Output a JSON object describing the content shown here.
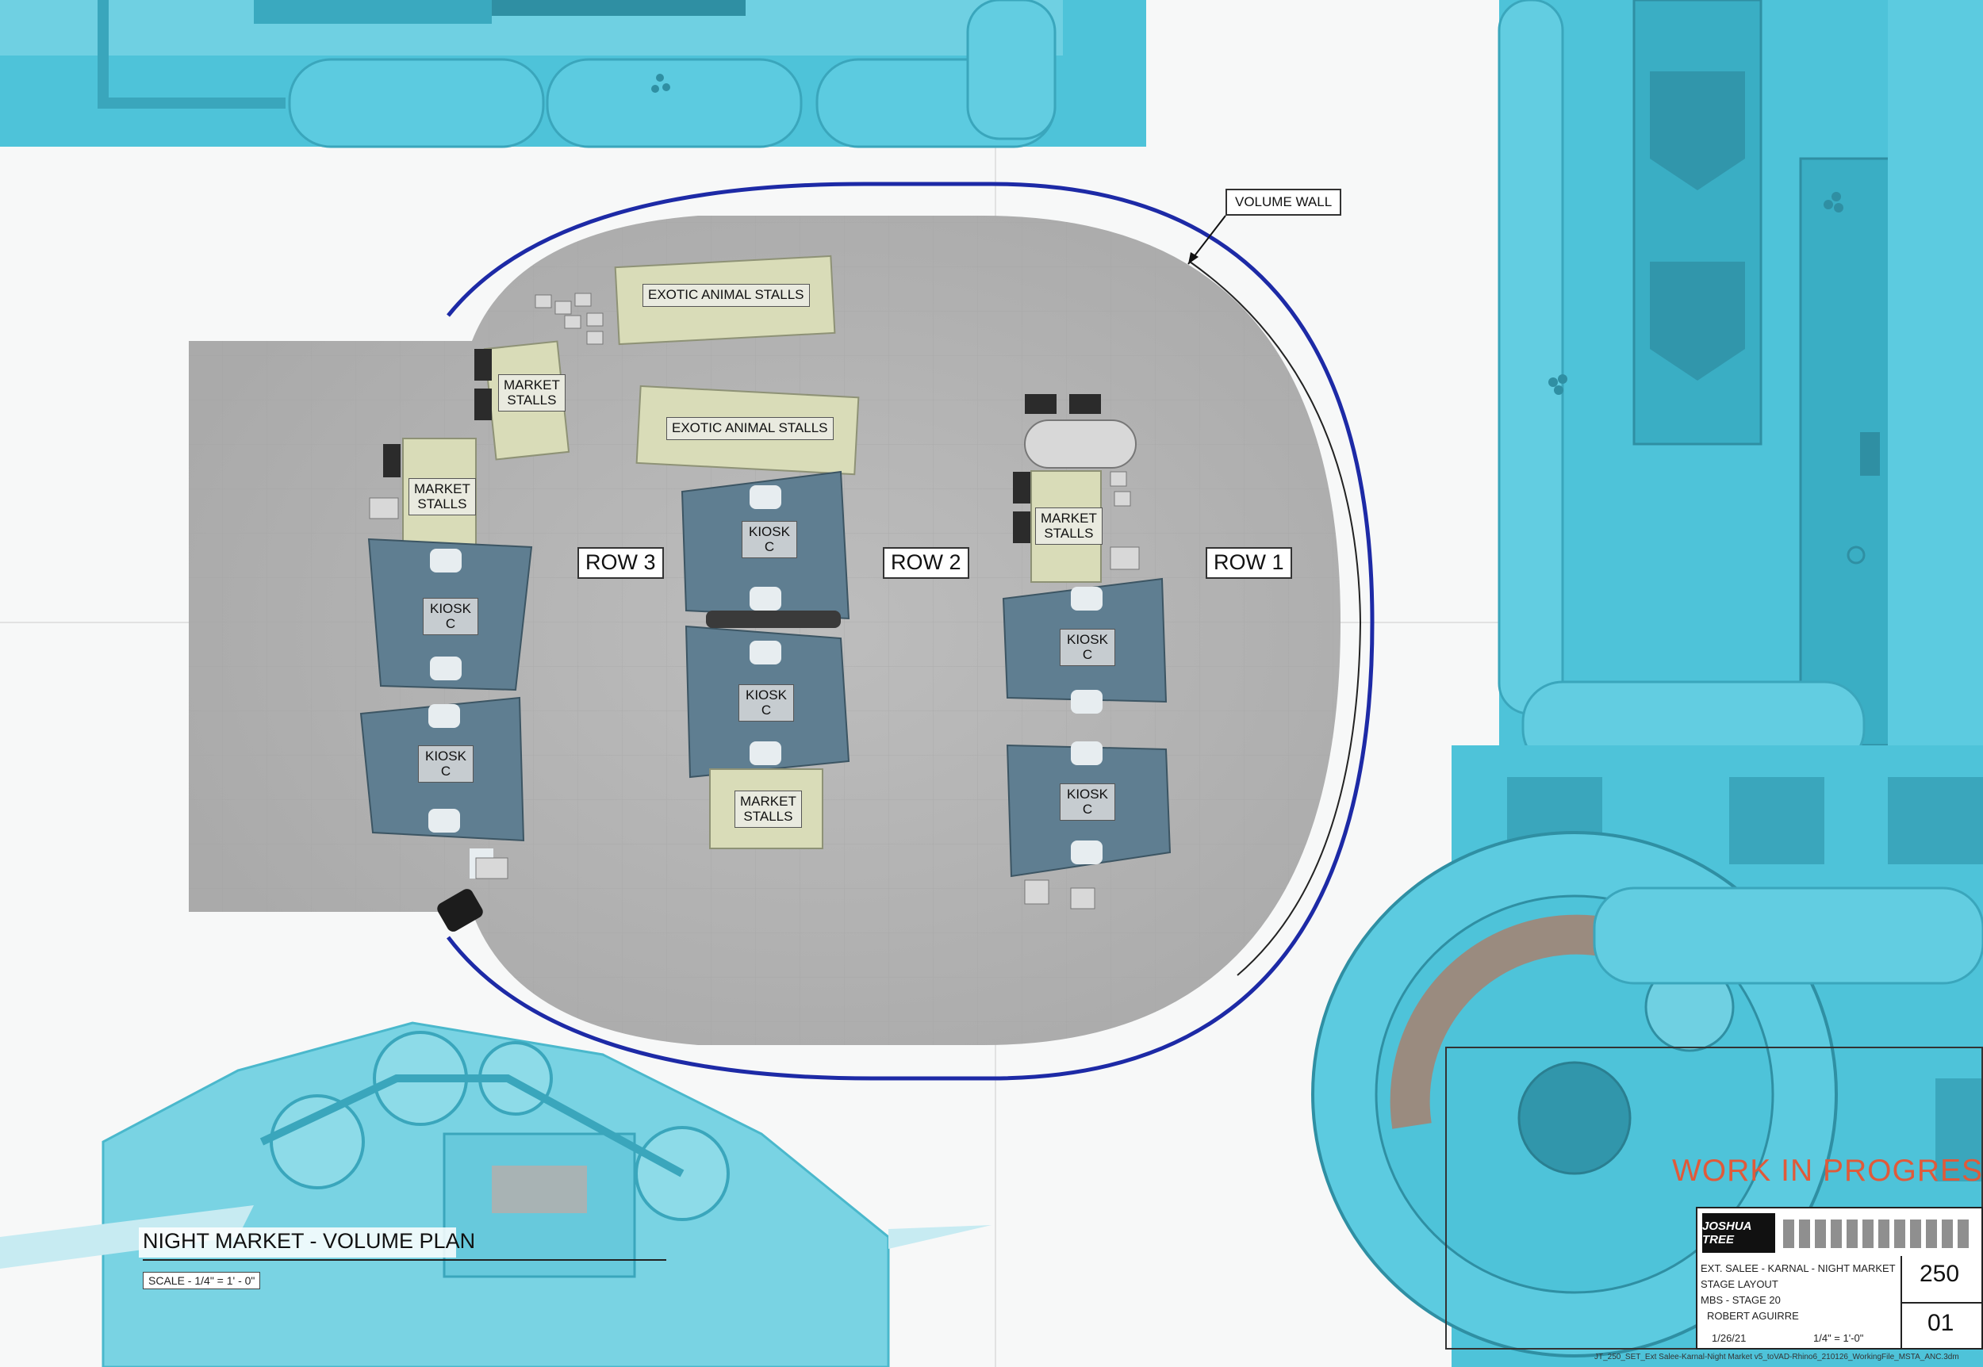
{
  "callouts": {
    "volume_wall": "VOLUME WALL"
  },
  "rows": [
    "ROW 3",
    "ROW 2",
    "ROW 1"
  ],
  "stalls": {
    "exotic_animal_stalls": "EXOTIC ANIMAL STALLS",
    "market_stalls": "MARKET\nSTALLS"
  },
  "kiosk": "KIOSK\nC",
  "plan": {
    "title": "NIGHT MARKET - VOLUME PLAN",
    "scale": "SCALE - 1/4\" = 1' - 0\""
  },
  "status": "WORK IN PROGRESS",
  "title_block": {
    "company": "JOSHUA TREE",
    "project": "EXT. SALEE - KARNAL - NIGHT MARKET",
    "sheet_desc": "STAGE LAYOUT",
    "stage": "MBS - STAGE 20",
    "designer": "ROBERT AGUIRRE",
    "date": "1/26/21",
    "scale": "1/4\" = 1'-0\"",
    "sheet_number": "250",
    "sheet_sub": "01"
  },
  "footer": "JT_250_SET_Ext Salee-Karnal-Night Market v5_toVAD-Rhino6_210126_WorkingFile_MSTA_ANC.3dm",
  "colors": {
    "set_cyan": "#4ec3d9",
    "floor": "#b3b3b3",
    "volume_wall": "#1d2aa6",
    "kiosk": "#5f7e91",
    "stall": "#d9dcb8",
    "wip": "#e05a3a"
  }
}
